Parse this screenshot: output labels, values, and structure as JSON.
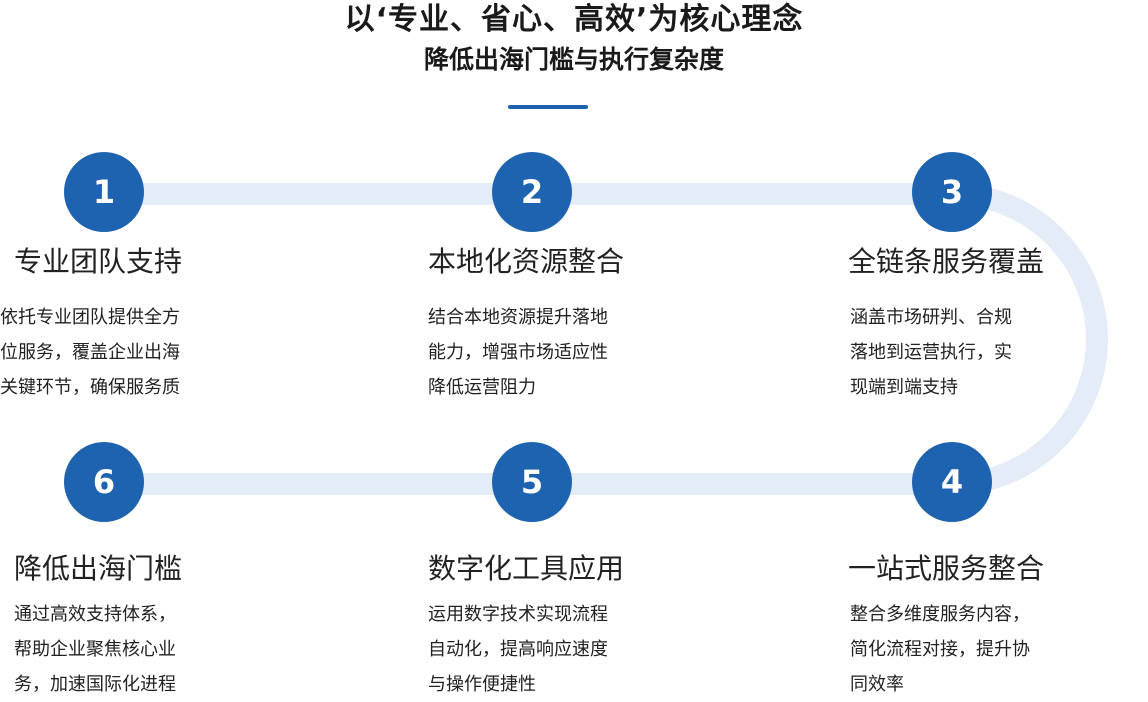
{
  "header": {
    "title": "以‘专业、省心、高效’为核心理念",
    "subtitle": "降低出海门槛与执行复杂度"
  },
  "colors": {
    "accent": "#1e63b0",
    "track": "#e4ecf7"
  },
  "steps": [
    {
      "number": "1",
      "title": "专业团队支持",
      "lines": [
        "依托专业团队提供全方",
        "位服务，覆盖企业出海",
        "关键环节，确保服务质"
      ]
    },
    {
      "number": "2",
      "title": "本地化资源整合",
      "lines": [
        "结合本地资源提升落地",
        "能力，增强市场适应性",
        "降低运营阻力"
      ]
    },
    {
      "number": "3",
      "title": "全链条服务覆盖",
      "lines": [
        "涵盖市场研判、合规",
        "落地到运营执行，实",
        "现端到端支持"
      ]
    },
    {
      "number": "4",
      "title": "一站式服务整合",
      "lines": [
        "整合多维度服务内容，",
        "简化流程对接，提升协",
        "同效率"
      ]
    },
    {
      "number": "5",
      "title": "数字化工具应用",
      "lines": [
        "运用数字技术实现流程",
        "自动化，提高响应速度",
        "与操作便捷性"
      ]
    },
    {
      "number": "6",
      "title": "降低出海门槛",
      "lines": [
        "通过高效支持体系，",
        "帮助企业聚焦核心业",
        "务，加速国际化进程"
      ]
    }
  ]
}
